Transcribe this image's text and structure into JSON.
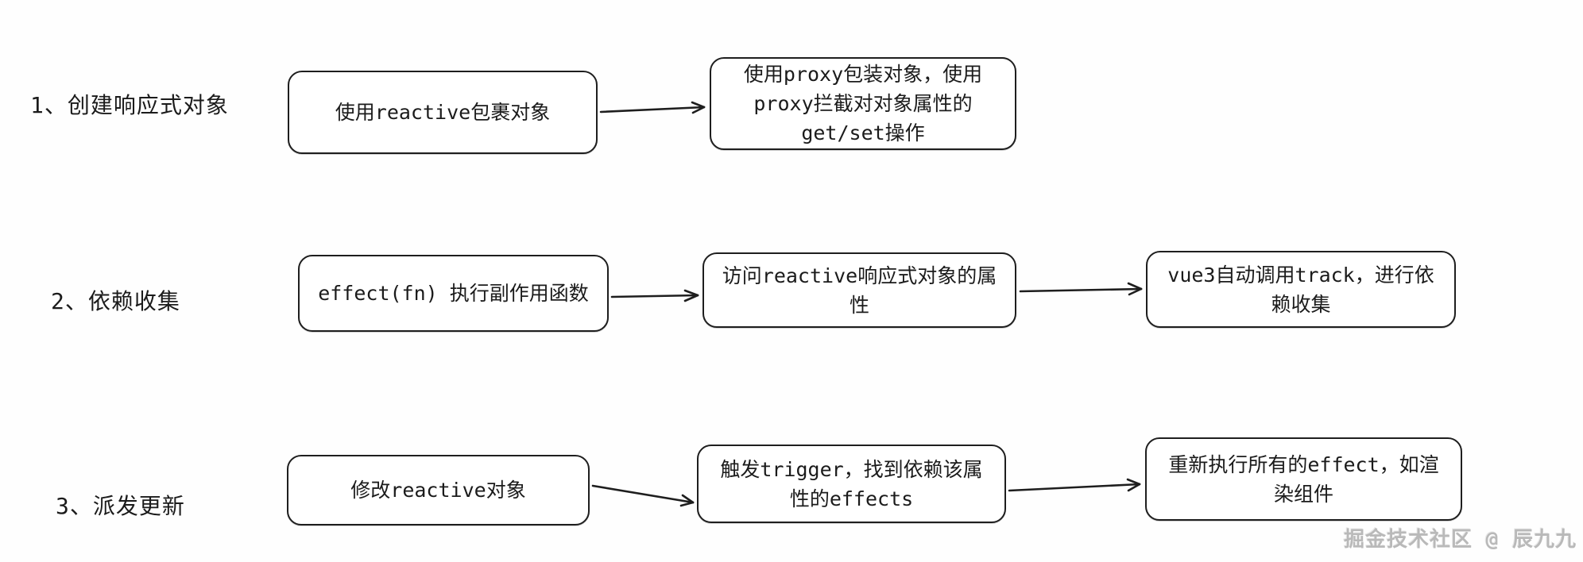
{
  "diagram": {
    "stroke_color": "#1e1e1e",
    "background": "#fefefe",
    "watermark_color": "#b9b9b9"
  },
  "rows": [
    {
      "label": "1、创建响应式对象",
      "nodes": [
        {
          "text": "使用reactive包裹对象"
        },
        {
          "text": "使用proxy包装对象，使用proxy拦截对对象属性的get/set操作"
        }
      ]
    },
    {
      "label": "2、依赖收集",
      "nodes": [
        {
          "text": "effect(fn) 执行副作用函数"
        },
        {
          "text": "访问reactive响应式对象的属性"
        },
        {
          "text": "vue3自动调用track，进行依赖收集"
        }
      ]
    },
    {
      "label": "3、派发更新",
      "nodes": [
        {
          "text": "修改reactive对象"
        },
        {
          "text": "触发trigger，找到依赖该属性的effects"
        },
        {
          "text": "重新执行所有的effect，如渲染组件"
        }
      ]
    }
  ],
  "watermark": {
    "text": "掘金技术社区 @ 辰九九"
  }
}
